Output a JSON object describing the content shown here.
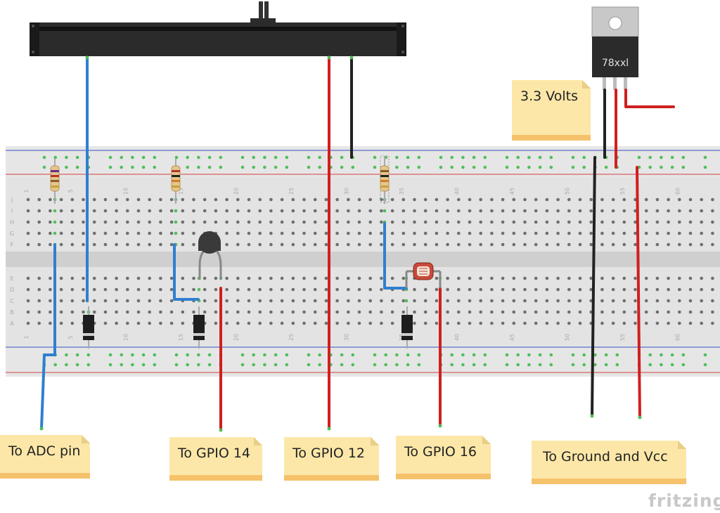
{
  "regulator": {
    "label": "78xxl"
  },
  "notes": {
    "volts": "3.3 Volts",
    "adc": "To ADC pin",
    "gpio14": "To GPIO 14",
    "gpio12": "To GPIO 12",
    "gpio16": "To GPIO 16",
    "ground_vcc": "To Ground and Vcc"
  },
  "breadboard": {
    "column_numbers": [
      "1",
      "5",
      "10",
      "15",
      "20",
      "25",
      "30",
      "35",
      "40",
      "45",
      "50",
      "55",
      "60"
    ],
    "row_letters_top": [
      "J",
      "I",
      "H",
      "G",
      "F"
    ],
    "row_letters_bottom": [
      "E",
      "D",
      "C",
      "B",
      "A"
    ]
  },
  "wire_colors": {
    "blue": "#2f7fd0",
    "red": "#d01f1f",
    "black": "#222222"
  },
  "brand": "fritzing"
}
